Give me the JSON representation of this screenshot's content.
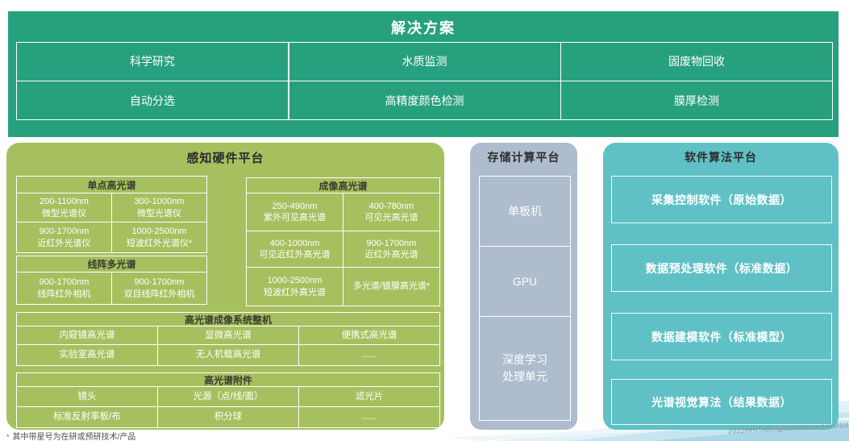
{
  "solutions": {
    "title": "解决方案",
    "cells": [
      "科学研究",
      "水质监测",
      "固废物回收",
      "自动分选",
      "高精度颜色检测",
      "膜厚检测"
    ]
  },
  "hardware": {
    "title": "感知硬件平台",
    "single_point": {
      "header": "单点高光谱",
      "cells": [
        "200-1100nm\n微型光谱仪",
        "300-1000nm\n微型光谱仪",
        "900-1700nm\n近红外光谱仪",
        "1000-2500nm\n短波红外光谱仪*"
      ]
    },
    "line_array": {
      "header": "线阵多光谱",
      "cells": [
        "900-1700nm\n线阵红外相机",
        "900-1700nm\n双目线阵红外相机"
      ]
    },
    "imaging": {
      "header": "成像高光谱",
      "cells": [
        "250-490nm\n紫外可见高光谱",
        "400-780nm\n可见光高光谱",
        "400-1000nm\n可见近红外高光谱",
        "900-1700nm\n近红外高光谱",
        "1000-2500nm\n短波红外高光谱",
        "多光谱/镀膜高光谱*"
      ]
    },
    "system": {
      "header": "高光谱成像系统整机",
      "cells": [
        "内窥镜高光谱",
        "显微高光谱",
        "便携式高光谱",
        "实验室高光谱",
        "无人机载高光谱",
        "......"
      ]
    },
    "accessories": {
      "header": "高光谱附件",
      "cells": [
        "镜头",
        "光源（点/线/面）",
        "滤光片",
        "标准反射率板/布",
        "积分球",
        "......"
      ]
    }
  },
  "storage": {
    "title": "存储计算平台",
    "cells": [
      "单板机",
      "GPU",
      "深度学习\n处理单元"
    ]
  },
  "software": {
    "title": "软件算法平台",
    "items": [
      "采集控制软件（原始数据）",
      "数据预处理软件（标准数据）",
      "数据建模软件（标准模型）",
      "光谱视觉算法（结果数据）"
    ]
  },
  "footnote": {
    "marker": "*",
    "text": "其中带星号为在研或预研技术/产品"
  },
  "watermark": "2022HHITAllRightsReserved-DoNot",
  "colors": {
    "banner_green": "#27a07e",
    "hardware_olive": "#a6c05f",
    "storage_gray": "#aebccd",
    "software_teal": "#5fc1c6"
  }
}
